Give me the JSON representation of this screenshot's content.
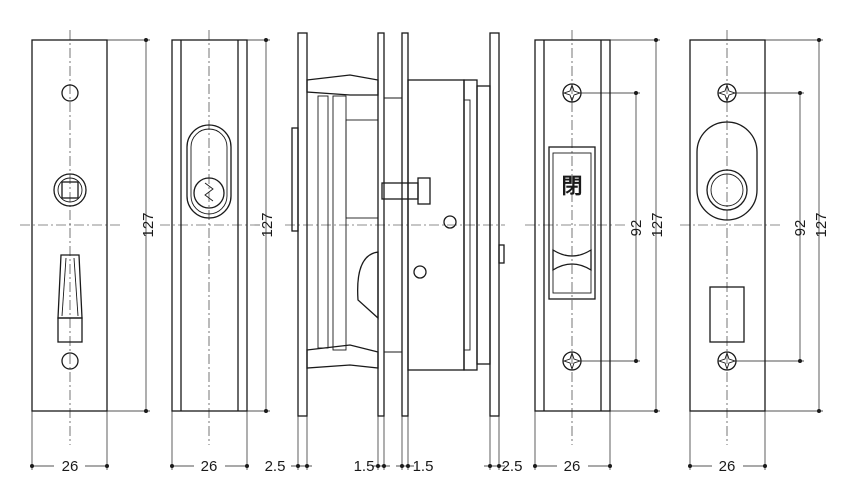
{
  "dimensions": {
    "plate_width": "26",
    "plate_height": "127",
    "screw_pitch": "92",
    "offset_outer": "2.5",
    "offset_inner": "1.5"
  },
  "indicator_text": "閉"
}
